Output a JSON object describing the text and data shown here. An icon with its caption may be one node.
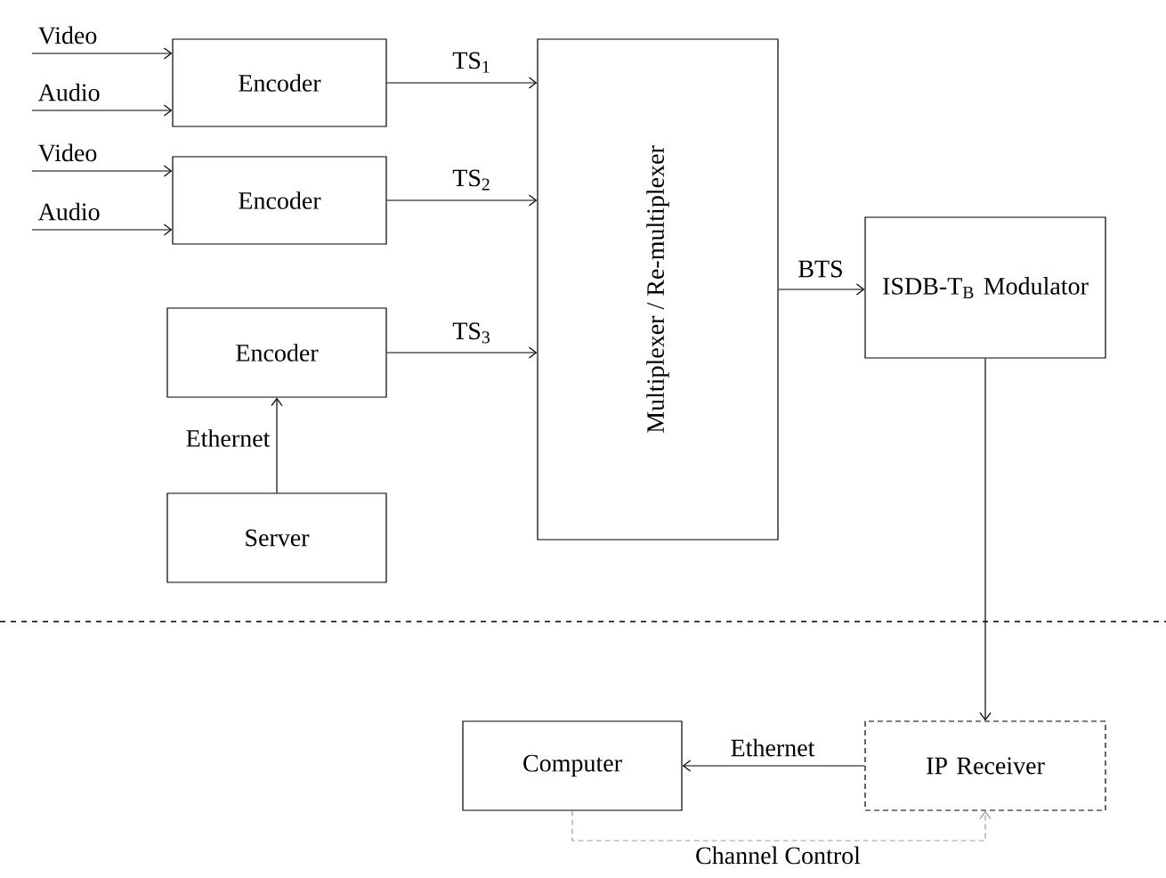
{
  "diagram": {
    "nodes": [
      {
        "text": [
          "Encoder"
        ]
      },
      {
        "text": [
          "Encoder"
        ]
      },
      {
        "text": [
          "Encoder"
        ]
      },
      {
        "text": [
          "Server"
        ]
      },
      {
        "text": [
          "Multiplexer / Re-multiplexer"
        ]
      },
      {
        "text": [
          "ISDB-T$_{B}$ Modulator"
        ]
      },
      {
        "text": [
          "Computer"
        ]
      },
      {
        "text": [
          "IP Receiver"
        ]
      }
    ],
    "edges": [
      {
        "from": null,
        "to": 0,
        "arrow": "to",
        "label": "Video"
      },
      {
        "from": null,
        "to": 0,
        "arrow": "to",
        "label": "Audio"
      },
      {
        "from": null,
        "to": 1,
        "arrow": "to",
        "label": "Video"
      },
      {
        "from": null,
        "to": 1,
        "arrow": "to",
        "label": "Audio"
      },
      {
        "from": 0,
        "to": 4,
        "arrow": "to",
        "label": "TS$_{1}$"
      },
      {
        "from": 1,
        "to": 4,
        "arrow": "to",
        "label": "TS$_{2}$"
      },
      {
        "from": 2,
        "to": 4,
        "arrow": "to",
        "label": "TS$_{3}$"
      },
      {
        "from": 3,
        "to": 2,
        "arrow": "to",
        "label": "Ethernet"
      },
      {
        "from": 4,
        "to": 5,
        "arrow": "to",
        "label": "BTS"
      },
      {
        "from": 5,
        "to": 7,
        "arrow": "to"
      },
      {
        "from": 7,
        "to": 6,
        "arrow": "to",
        "label": "Ethernet"
      },
      {
        "from": 6,
        "to": 7,
        "arrow": "to",
        "label": "Channel Control",
        "style": "dashed",
        "color": "#999999"
      }
    ]
  }
}
